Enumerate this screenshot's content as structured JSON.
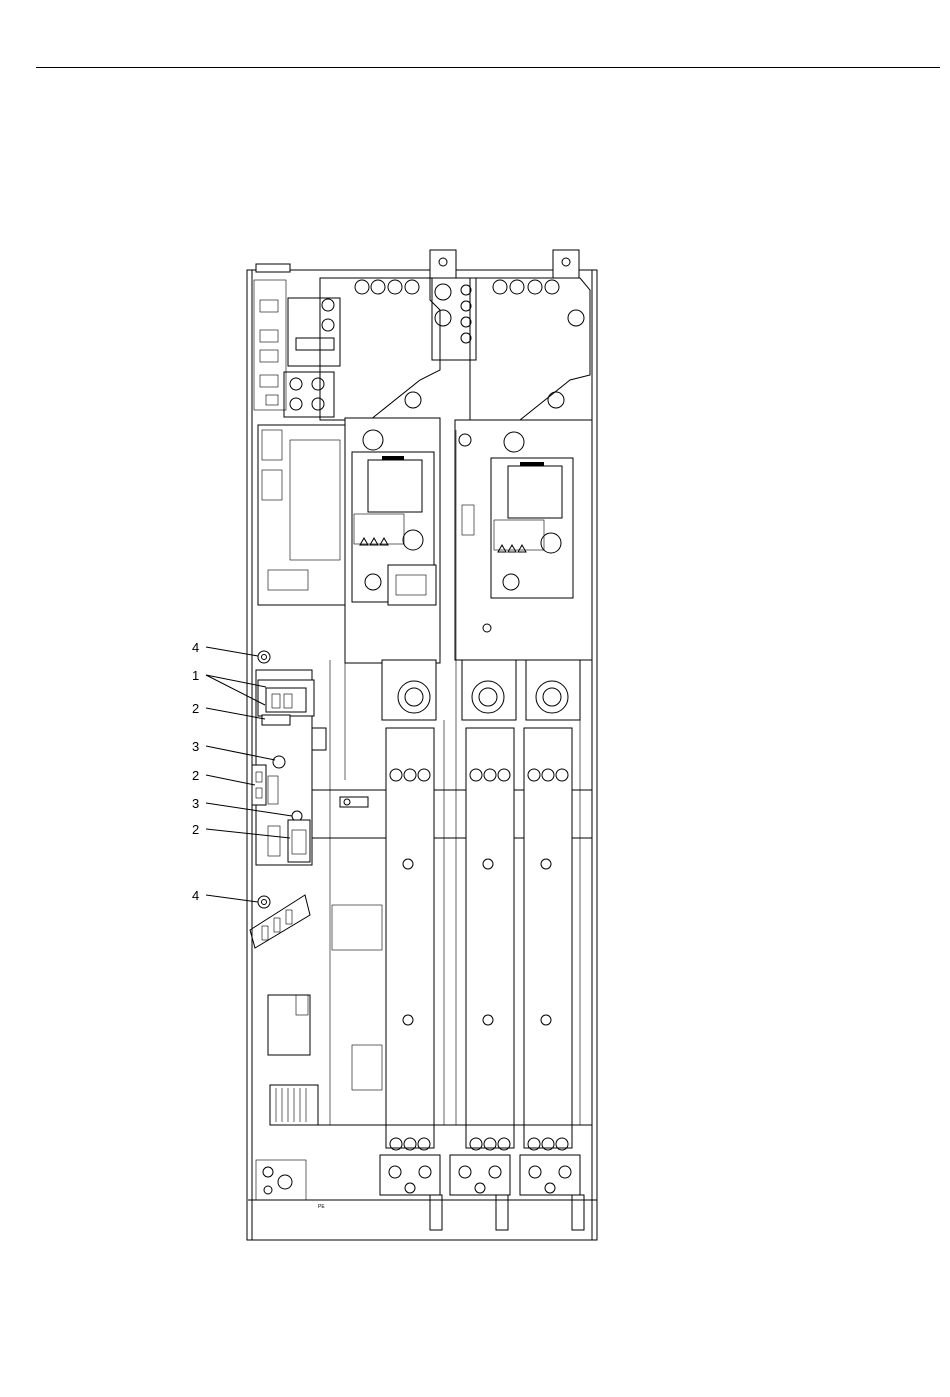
{
  "callouts": [
    {
      "id": "c1",
      "label": "4"
    },
    {
      "id": "c2",
      "label": "1"
    },
    {
      "id": "c3",
      "label": "2"
    },
    {
      "id": "c4",
      "label": "3"
    },
    {
      "id": "c5",
      "label": "2"
    },
    {
      "id": "c6",
      "label": "3"
    },
    {
      "id": "c7",
      "label": "2"
    },
    {
      "id": "c8",
      "label": "4"
    }
  ],
  "ground_label": "PE",
  "line_color": "#000000",
  "background_color": "#ffffff"
}
